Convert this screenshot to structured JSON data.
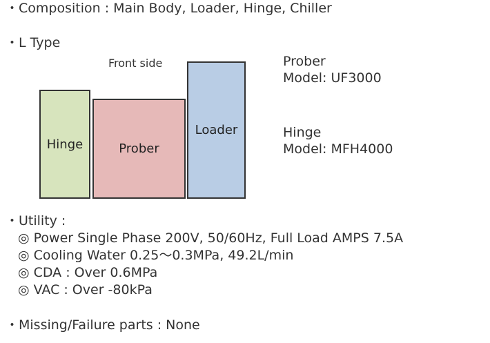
{
  "composition": "・Composition :   Main Body, Loader, Hinge, Chiller",
  "l_type": "・L Type",
  "diagram": {
    "front_side": "Front side",
    "hinge": "Hinge",
    "prober": "Prober",
    "loader": "Loader",
    "colors": {
      "hinge": "#d7e4bd",
      "prober": "#e6b9b8",
      "loader": "#b9cde5"
    }
  },
  "prober_info": {
    "title": "Prober",
    "model": "Model: UF3000"
  },
  "hinge_info": {
    "title": "Hinge",
    "model": "Model: MFH4000"
  },
  "utility": {
    "heading": "・Utility :",
    "items": [
      "◎ Power  Single Phase 200V, 50/60Hz, Full Load AMPS 7.5A",
      "◎ Cooling Water  0.25～0.3MPa, 49.2L/min",
      "◎ CDA : Over 0.6MPa",
      "◎ VAC : Over -80kPa"
    ]
  },
  "missing": "・Missing/Failure parts : None"
}
